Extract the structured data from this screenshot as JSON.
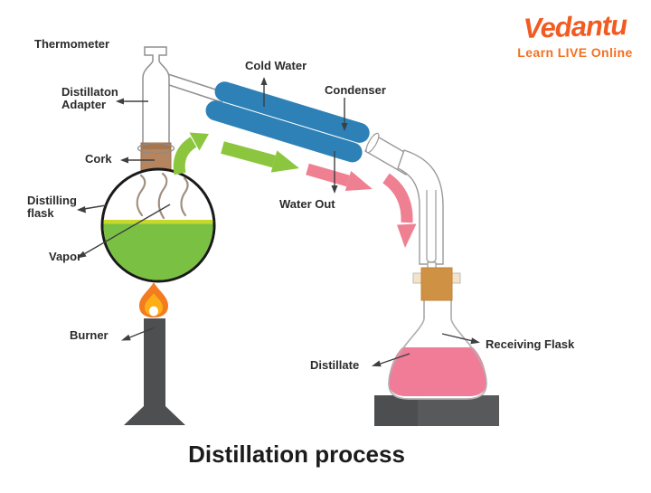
{
  "brand": {
    "name": "Vedantu",
    "tagline": "Learn LIVE Online"
  },
  "title": "Distillation process",
  "labels": {
    "thermometer": "Thermometer",
    "adapter_line1": "Distillaton",
    "adapter_line2": "Adapter",
    "cold_water": "Cold Water",
    "condenser": "Condenser",
    "cork": "Cork",
    "distilling_flask_line1": "Distilling",
    "distilling_flask_line2": "flask",
    "water_out": "Water Out",
    "vapor": "Vapor",
    "burner": "Burner",
    "distillate": "Distillate",
    "receiving_flask": "Receiving Flask"
  },
  "colors": {
    "brand_orange": "#F15B22",
    "condenser_blue": "#2E81B7",
    "vapor_arrow_green": "#8CC63E",
    "distillate_arrow_pink": "#EF8092",
    "distilling_liquid_green": "#7AC143",
    "liquid_surface_yellow": "#C5D92D",
    "distillate_liquid_pink": "#F07C98",
    "cork_brown": "#B5855F",
    "receiving_cork_orange": "#CF9143",
    "burner_gray": "#4E4F51",
    "stand_gray": "#58595B",
    "flame_orange": "#F47B20",
    "flame_yellow": "#FCAF17"
  }
}
